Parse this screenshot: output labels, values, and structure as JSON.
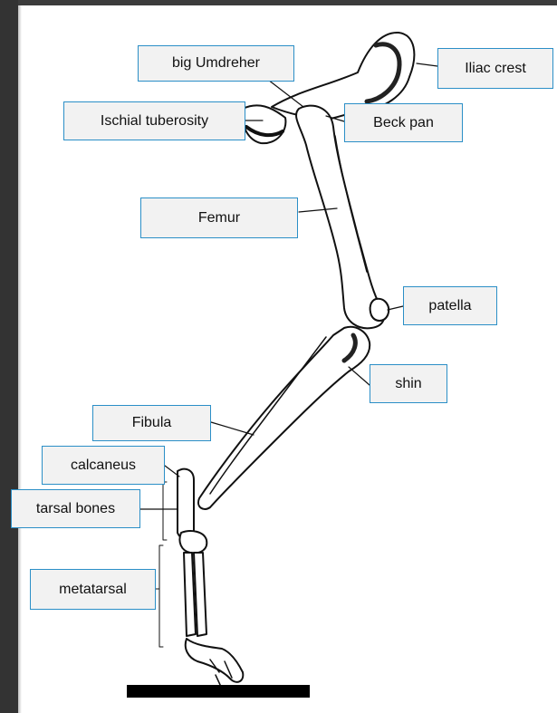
{
  "labels": {
    "big_umdreher": "big Umdreher",
    "iliac_crest": "Iliac crest",
    "ischial_tuberosity": "Ischial tuberosity",
    "beck_pan": "Beck pan",
    "femur": "Femur",
    "patella": "patella",
    "shin": "shin",
    "fibula": "Fibula",
    "calcaneus": "calcaneus",
    "tarsal_bones": "tarsal bones",
    "metatarsal": "metatarsal"
  },
  "colors": {
    "label_border": "#2b8fc7",
    "label_fill": "#f2f2f2",
    "bone_ink": "#111111",
    "background": "#ffffff"
  }
}
